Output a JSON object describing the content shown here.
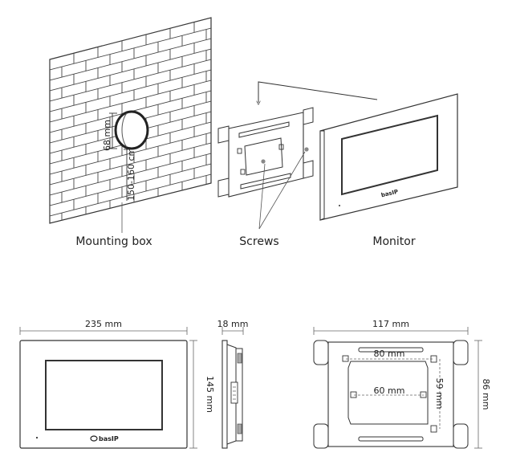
{
  "exploded_view": {
    "captions": {
      "mounting_box": "Mounting box",
      "screws": "Screws",
      "monitor": "Monitor"
    },
    "dimensions": {
      "box_diameter": "68 mm",
      "mount_height": "150-160 cm"
    },
    "brand": "basIP"
  },
  "front_view": {
    "width": "235 mm",
    "height": "145 mm",
    "brand": "basIP"
  },
  "side_view": {
    "depth": "18 mm"
  },
  "bracket_view": {
    "width": "117 mm",
    "height": "86 mm",
    "hole_spacing_top": "80 mm",
    "hole_spacing_middle": "60 mm",
    "hole_spacing_vertical": "59 mm"
  }
}
